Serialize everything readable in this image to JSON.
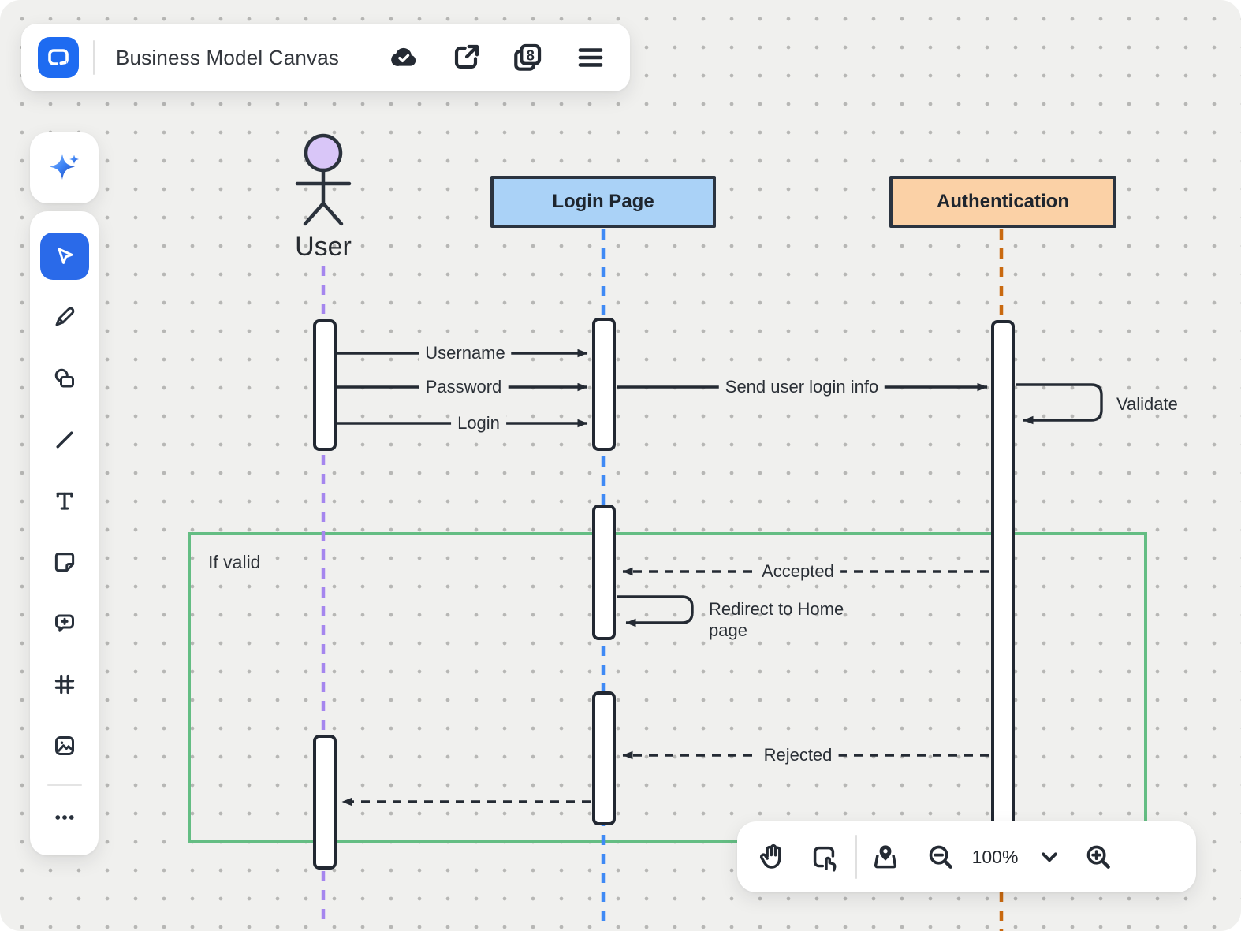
{
  "toolbar_top": {
    "title": "Business Model Canvas",
    "page_count": "8",
    "icons": [
      "app-logo",
      "cloud-sync-icon",
      "share-icon",
      "pages-icon",
      "menu-icon"
    ]
  },
  "sidebar": {
    "ai_button_icon": "ai-sparkle-icon",
    "tools": [
      {
        "icon": "select-cursor-icon",
        "selected": true
      },
      {
        "icon": "pencil-icon",
        "selected": false
      },
      {
        "icon": "shapes-icon",
        "selected": false
      },
      {
        "icon": "line-icon",
        "selected": false
      },
      {
        "icon": "text-icon",
        "selected": false
      },
      {
        "icon": "sticky-note-icon",
        "selected": false
      },
      {
        "icon": "comment-icon",
        "selected": false
      },
      {
        "icon": "frame-icon",
        "selected": false
      },
      {
        "icon": "image-icon",
        "selected": false
      },
      {
        "icon": "more-icon",
        "selected": false
      }
    ]
  },
  "diagram": {
    "actor_label": "User",
    "participants": [
      {
        "label": "Login Page",
        "fill": "#aad2f7",
        "lifeline_color": "#3f8af5"
      },
      {
        "label": "Authentication",
        "fill": "#fbd1a6",
        "lifeline_color": "#c9690f"
      }
    ],
    "actor_lifeline_color": "#a586ee",
    "fragment_label": "If valid",
    "fragment_color": "#64bd83",
    "messages": {
      "username": "Username",
      "password": "Password",
      "login": "Login",
      "send_info": "Send user login info",
      "validate": "Validate",
      "accepted": "Accepted",
      "redirect": "Redirect to Home page",
      "rejected": "Rejected"
    }
  },
  "toolbar_bottom": {
    "zoom_label": "100%",
    "icons": [
      "hand-tool-icon",
      "tap-tool-icon",
      "minimap-icon",
      "zoom-out-icon",
      "zoom-dropdown-chevron",
      "zoom-in-icon"
    ]
  }
}
